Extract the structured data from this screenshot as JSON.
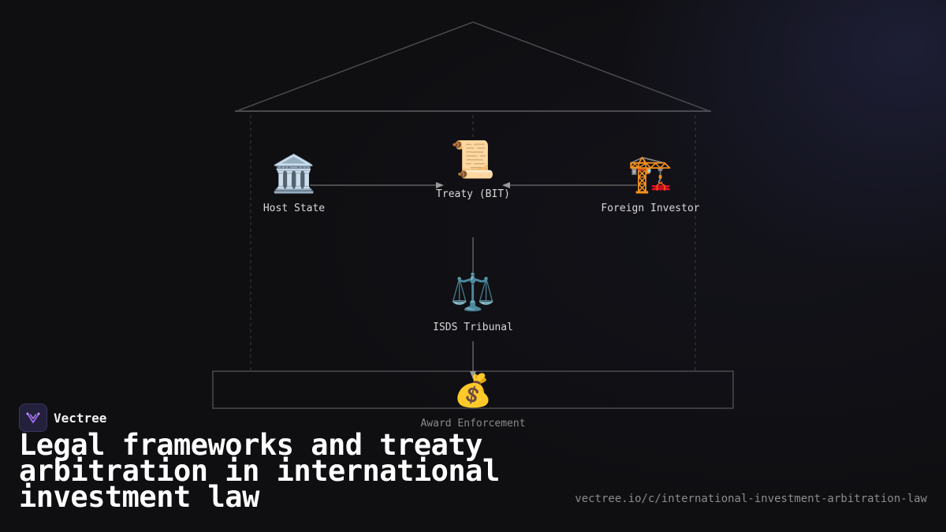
{
  "nodes": {
    "host_state": {
      "icon": "🏛️",
      "label": "Host State"
    },
    "treaty": {
      "icon": "📜",
      "label": "Treaty (BIT)"
    },
    "investor": {
      "icon": "🏗️",
      "label": "Foreign Investor"
    },
    "tribunal": {
      "icon": "⚖️",
      "label": "ISDS Tribunal"
    },
    "award": {
      "icon": "💰",
      "label": "Award Enforcement"
    }
  },
  "brand": {
    "name": "Vectree",
    "logo_icon": "vectree-logo-icon"
  },
  "title": "Legal frameworks and treaty arbitration in international investment law",
  "url": "vectree.io/c/international-investment-arbitration-law"
}
